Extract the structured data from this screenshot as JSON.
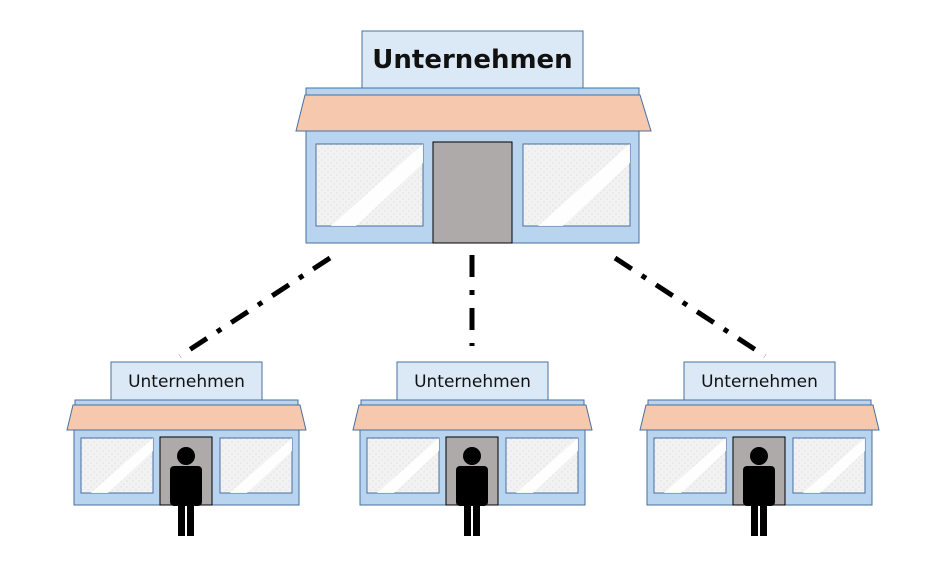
{
  "diagram": {
    "main_store": {
      "label": "Unternehmen"
    },
    "branch_stores": [
      {
        "label": "Unternehmen",
        "has_person": true
      },
      {
        "label": "Unternehmen",
        "has_person": true
      },
      {
        "label": "Unternehmen",
        "has_person": true
      }
    ],
    "connector_style": "dash-dot",
    "colors": {
      "sign": "#dbe8f5",
      "building": "#b8d4ee",
      "outline": "#4a6fa0",
      "awning": "#f6c8ad",
      "window": "#f4f4f4",
      "door": "#aeaaaa",
      "person": "#000000",
      "connector": "#000000"
    }
  }
}
